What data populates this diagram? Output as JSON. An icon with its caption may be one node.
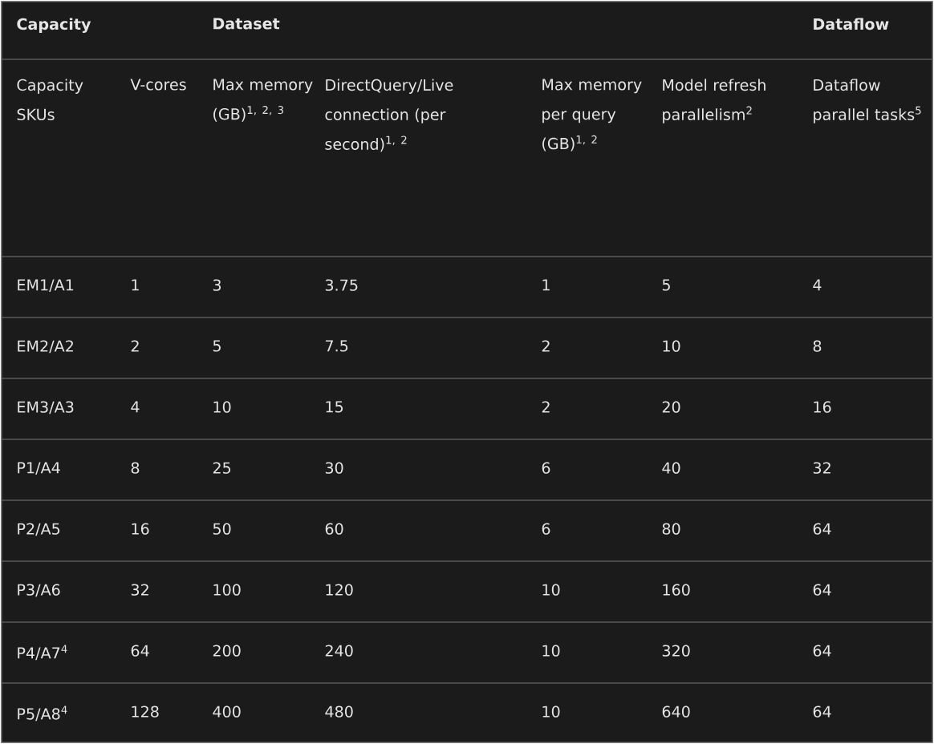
{
  "diagram": {
    "labels": [
      "Capacity",
      "Dataset",
      "Dataflow",
      "Capacity SKUs",
      "V-cores",
      "Max memory (GB)$^{1, 2, 3}$",
      "DirectQuery/Live connection (per second)$^{1, 2}$",
      "Max memory per query (GB)$^{1, 2}$",
      "Model refresh parallelism$^{2}$",
      "Dataflow parallel tasks$^{5}$",
      "EM1/A1",
      "1",
      "3",
      "3.75",
      "1",
      "5",
      "4",
      "EM2/A2",
      "2",
      "5",
      "7.5",
      "2",
      "10",
      "8",
      "EM3/A3",
      "4",
      "10",
      "15",
      "2",
      "20",
      "16",
      "P1/A4",
      "8",
      "25",
      "30",
      "6",
      "40",
      "32",
      "P2/A5",
      "16",
      "50",
      "60",
      "6",
      "80",
      "64",
      "P3/A6",
      "32",
      "100",
      "120",
      "10",
      "160",
      "64",
      "P4/A7$^{4}$",
      "64",
      "200",
      "240",
      "10",
      "320",
      "64",
      "P5/A8$^{4}$",
      "128",
      "400",
      "480",
      "10",
      "640",
      "64"
    ]
  }
}
